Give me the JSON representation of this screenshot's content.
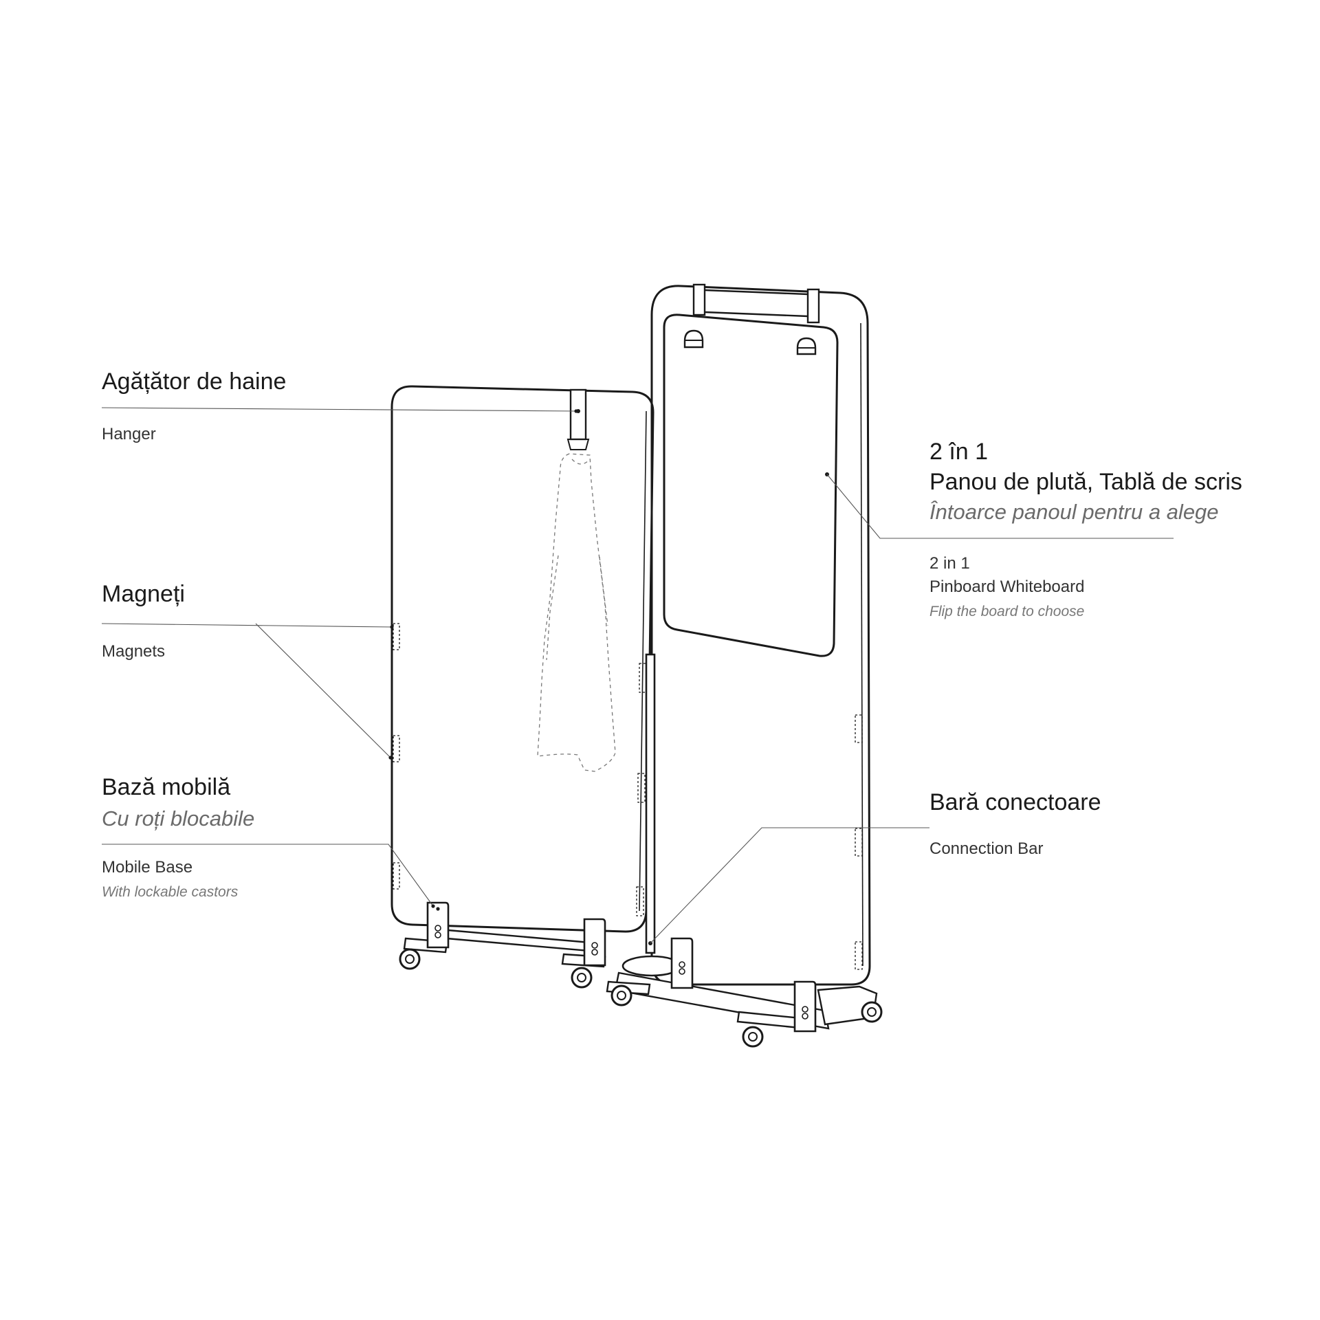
{
  "labels": {
    "hanger": {
      "ro": "Agățător de haine",
      "en": "Hanger"
    },
    "magnets": {
      "ro": "Magneți",
      "en": "Magnets"
    },
    "mobile_base": {
      "ro": "Bază mobilă",
      "ro_sub": "Cu roți blocabile",
      "en": "Mobile Base",
      "en_sub": "With lockable castors"
    },
    "two_in_one": {
      "ro_line1": "2 în 1",
      "ro_line2": "Panou de plută, Tablă de scris",
      "ro_sub": "Întoarce panoul pentru a alege",
      "en_line1": "2 in 1",
      "en_line2": "Pinboard  Whiteboard",
      "en_sub": "Flip the board to choose"
    },
    "connection_bar": {
      "ro": "Bară conectoare",
      "en": "Connection Bar"
    }
  },
  "colors": {
    "ink": "#1a1a1a",
    "muted": "#6a6a6a",
    "leader": "#555555",
    "background": "#ffffff"
  },
  "icons": [
    "hanger-hook-icon",
    "magnet-strip-icon",
    "castor-wheel-icon",
    "foot-bracket-icon",
    "board-clip-icon"
  ]
}
